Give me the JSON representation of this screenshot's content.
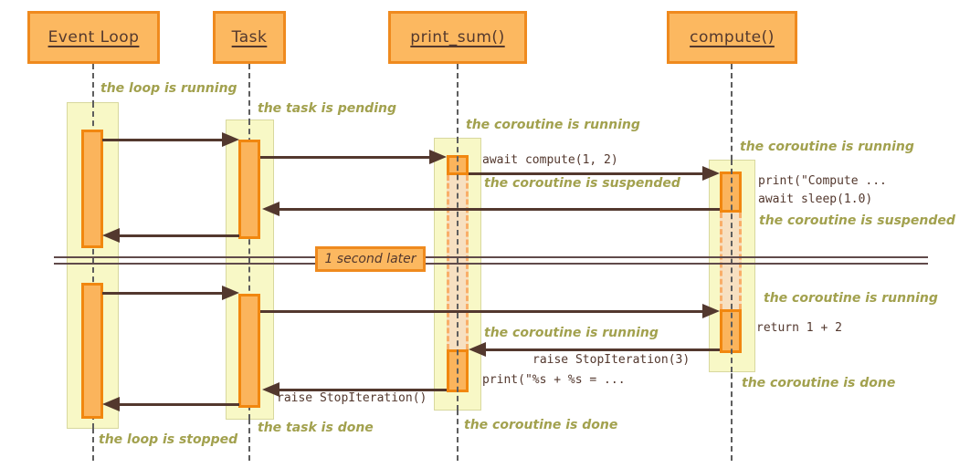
{
  "actors": [
    {
      "label": "Event Loop"
    },
    {
      "label": "Task"
    },
    {
      "label": "print_sum()"
    },
    {
      "label": "compute()"
    }
  ],
  "annotations": [
    {
      "text": "the loop is running"
    },
    {
      "text": "the task is pending"
    },
    {
      "text": "the coroutine is running"
    },
    {
      "text": "the coroutine is running"
    },
    {
      "text": "the coroutine is suspended"
    },
    {
      "text": "the coroutine is suspended"
    },
    {
      "text": "the coroutine is running"
    },
    {
      "text": "the coroutine is running"
    },
    {
      "text": "the coroutine is done"
    },
    {
      "text": "the coroutine is done"
    },
    {
      "text": "the task is done"
    },
    {
      "text": "the loop is stopped"
    }
  ],
  "messages": [
    {
      "label": "await compute(1, 2)"
    },
    {
      "label": "print(\"Compute ..."
    },
    {
      "label": "await sleep(1.0)"
    },
    {
      "label": "return 1 + 2"
    },
    {
      "label": "raise StopIteration(3)"
    },
    {
      "label": "print(\"%s + %s = ..."
    },
    {
      "label": "raise StopIteration()"
    }
  ],
  "divider": {
    "label": "1 second later"
  },
  "colors": {
    "actor_fill": "#FCB860",
    "actor_border": "#EF8A1E",
    "activation_fill": "#FBB45C",
    "activation_border": "#F1870F",
    "suspended_fill": "#F7E0C1",
    "suspended_border": "#F9AE69",
    "highlight_fill": "#F8F8C6",
    "highlight_border": "#D8D89E",
    "arrow": "#53382E",
    "annotation_green": "#A2A14E",
    "mono_text": "#53382E",
    "lifeline": "#5E5E5E",
    "divider_line": "#604A4A"
  }
}
